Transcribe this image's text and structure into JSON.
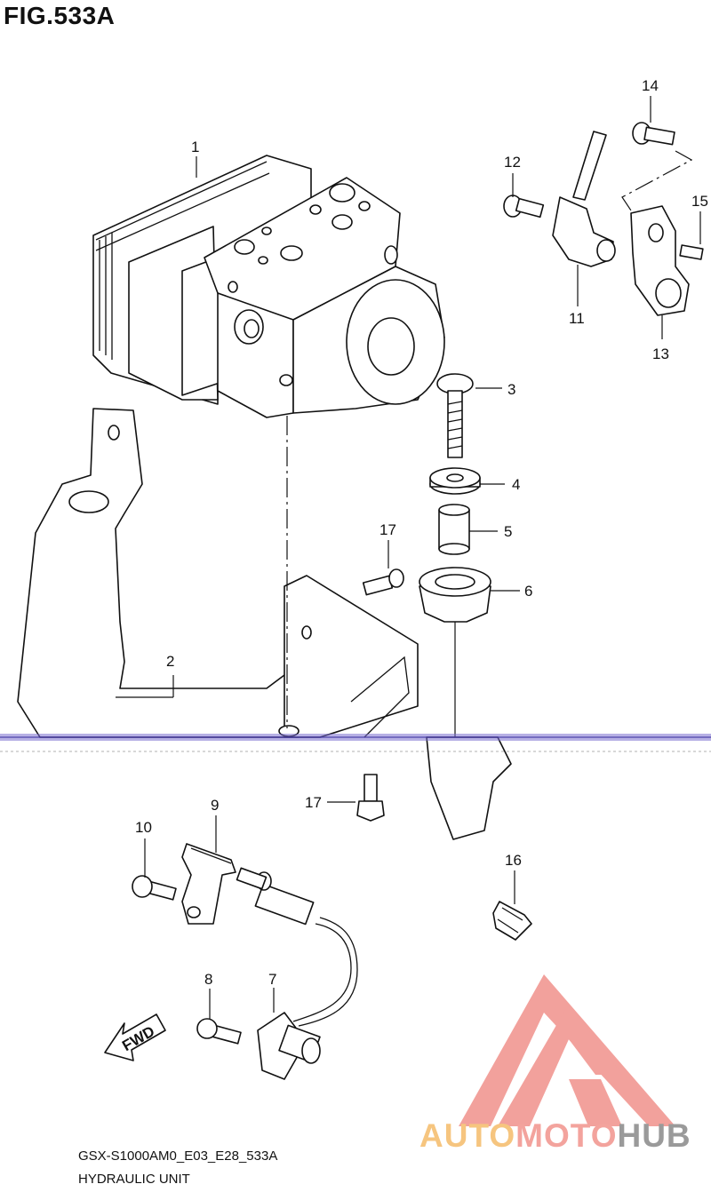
{
  "figure": {
    "title": "FIG.533A"
  },
  "callouts": [
    {
      "id": "1",
      "label": "1"
    },
    {
      "id": "2",
      "label": "2"
    },
    {
      "id": "3",
      "label": "3"
    },
    {
      "id": "4",
      "label": "4"
    },
    {
      "id": "5",
      "label": "5"
    },
    {
      "id": "6",
      "label": "6"
    },
    {
      "id": "7",
      "label": "7"
    },
    {
      "id": "8",
      "label": "8"
    },
    {
      "id": "9",
      "label": "9"
    },
    {
      "id": "10",
      "label": "10"
    },
    {
      "id": "11",
      "label": "11"
    },
    {
      "id": "12",
      "label": "12"
    },
    {
      "id": "13",
      "label": "13"
    },
    {
      "id": "14",
      "label": "14"
    },
    {
      "id": "15",
      "label": "15"
    },
    {
      "id": "16",
      "label": "16"
    },
    {
      "id": "17a",
      "label": "17"
    },
    {
      "id": "17b",
      "label": "17"
    }
  ],
  "direction_arrow": {
    "label": "FWD"
  },
  "footer": {
    "model_code": "GSX-S1000AM0_E03_E28_533A",
    "section_name": "HYDRAULIC UNIT"
  },
  "watermark": {
    "part1": "AUTO",
    "part2": "MOTO",
    "part3": "HUB",
    "colors": {
      "auto": "#f6c57f",
      "moto": "#f3a39d",
      "hub": "#9a9a9a",
      "logo": "#f08a84"
    }
  },
  "colors": {
    "line": "#111111",
    "scan_artifact": "#7b6fd0"
  }
}
